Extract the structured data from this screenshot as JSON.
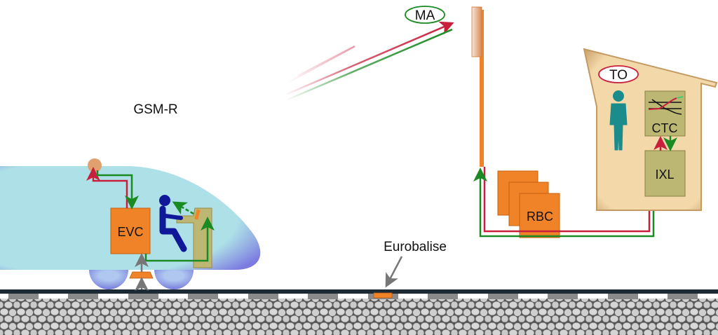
{
  "labels": {
    "gsmr": "GSM-R",
    "ma": "MA",
    "to": "TO",
    "evc": "EVC",
    "rbc": "RBC",
    "ctc": "CTC",
    "ixl": "IXL",
    "eurobalise": "Eurobalise"
  },
  "colors": {
    "orange": "#f08228",
    "red": "#c8203c",
    "green": "#1a8a22",
    "train_body": "#aee0e8",
    "train_edge": "#7c7ce0",
    "building": "#f3d9aa",
    "control_box": "#bdb774",
    "person": "#1a8c8c",
    "driver": "#10189a",
    "rail": "#1c2a36"
  }
}
